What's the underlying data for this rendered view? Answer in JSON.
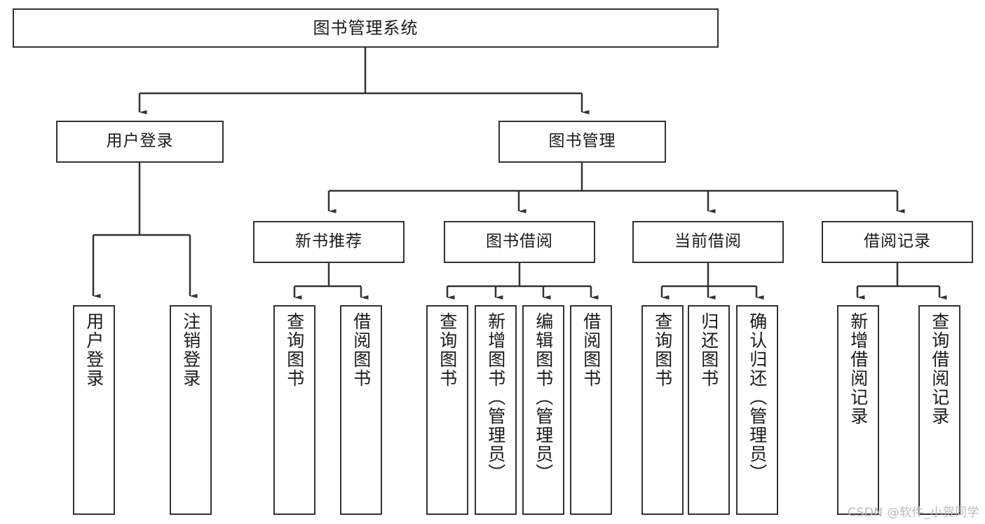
{
  "diagram": {
    "title": "图书管理系统",
    "type": "tree-hierarchy-diagram",
    "watermark": "CSDN @软件_小贺同学",
    "colors": {
      "stroke": "#333333",
      "fill": "#ffffff",
      "text": "#1a1a1a",
      "watermark": "#b9b9b9"
    },
    "root": {
      "label": "图书管理系统"
    },
    "level1": [
      {
        "label": "用户登录"
      },
      {
        "label": "图书管理"
      }
    ],
    "level2": [
      {
        "label": "新书推荐"
      },
      {
        "label": "图书借阅"
      },
      {
        "label": "当前借阅"
      },
      {
        "label": "借阅记录"
      }
    ],
    "leaves": {
      "user_login": [
        {
          "label": "用户登录"
        },
        {
          "label": "注销登录"
        }
      ],
      "new_book_recommend": [
        {
          "label": "查询图书"
        },
        {
          "label": "借阅图书"
        }
      ],
      "book_borrow": [
        {
          "label": "查询图书"
        },
        {
          "label": "新增图书（管理员）"
        },
        {
          "label": "编辑图书（管理员）"
        },
        {
          "label": "借阅图书"
        }
      ],
      "current_borrow": [
        {
          "label": "查询图书"
        },
        {
          "label": "归还图书"
        },
        {
          "label": "确认归还（管理员）"
        }
      ],
      "borrow_record": [
        {
          "label": "新增借阅记录"
        },
        {
          "label": "查询借阅记录"
        }
      ]
    }
  }
}
